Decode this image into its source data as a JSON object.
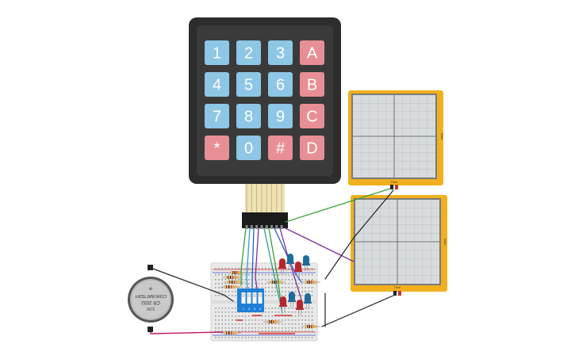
{
  "keypad": {
    "rows": [
      [
        {
          "label": "1",
          "kind": "num"
        },
        {
          "label": "2",
          "kind": "num"
        },
        {
          "label": "3",
          "kind": "num"
        },
        {
          "label": "A",
          "kind": "letter"
        }
      ],
      [
        {
          "label": "4",
          "kind": "num"
        },
        {
          "label": "5",
          "kind": "num"
        },
        {
          "label": "6",
          "kind": "num"
        },
        {
          "label": "B",
          "kind": "letter"
        }
      ],
      [
        {
          "label": "7",
          "kind": "num"
        },
        {
          "label": "8",
          "kind": "num"
        },
        {
          "label": "9",
          "kind": "num"
        },
        {
          "label": "C",
          "kind": "letter"
        }
      ],
      [
        {
          "label": "*",
          "kind": "letter"
        },
        {
          "label": "0",
          "kind": "num"
        },
        {
          "label": "#",
          "kind": "letter"
        },
        {
          "label": "D",
          "kind": "letter"
        }
      ]
    ]
  },
  "oscilloscopes": [
    {
      "x_label": "Time",
      "y_label": "Volts"
    },
    {
      "x_label": "Time",
      "y_label": "Volts"
    }
  ],
  "battery": {
    "voltage": "3.0V",
    "model": "CR 2032",
    "type": "COIN BATTERY"
  },
  "dip_switch": {
    "positions": [
      "1",
      "2",
      "3",
      "4"
    ]
  },
  "colors": {
    "keypad_body": "#2d2d2d",
    "key_num": "#8ec6e6",
    "key_letter": "#e88f95",
    "scope_frame": "#f2b01e",
    "scope_screen": "#d7dbdb",
    "breadboard": "#e9e9e9",
    "dip_body": "#1f7fd6",
    "led_red": "#b8262c",
    "led_blue": "#1f6c9c",
    "wire_green": "#3aa13a",
    "wire_purple": "#7a2f9e",
    "wire_black": "#222222",
    "wire_magenta": "#c2186b"
  }
}
